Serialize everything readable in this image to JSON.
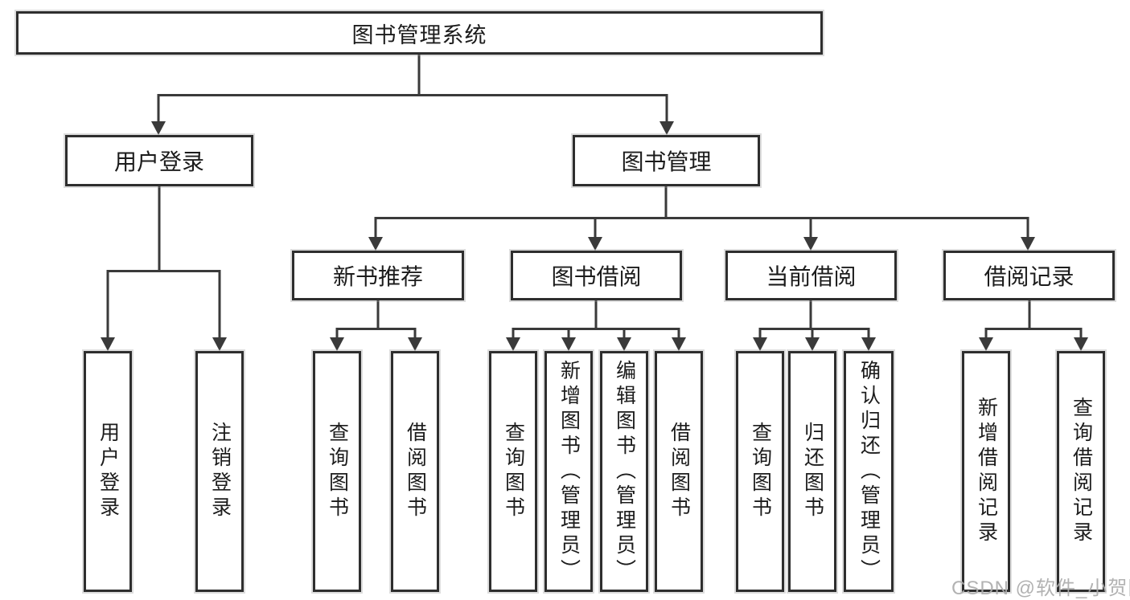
{
  "diagram": {
    "title": "图书管理系统",
    "watermark": "CSDN @软件_小贺同学",
    "colors": {
      "line": "#3a3a3a",
      "box_border": "#2e2e2e",
      "text": "#1c1c1c",
      "watermark": "#ababab",
      "background": "#ffffff"
    },
    "branches": [
      {
        "label": "用户登录",
        "leaves": [
          "用户登录",
          "注销登录"
        ]
      },
      {
        "label": "图书管理",
        "groups": [
          {
            "label": "新书推荐",
            "leaves": [
              "查询图书",
              "借阅图书"
            ]
          },
          {
            "label": "图书借阅",
            "leaves": [
              "查询图书",
              "新增图书（管理员）",
              "编辑图书（管理员）",
              "借阅图书"
            ]
          },
          {
            "label": "当前借阅",
            "leaves": [
              "查询图书",
              "归还图书",
              "确认归还（管理员）"
            ]
          },
          {
            "label": "借阅记录",
            "leaves": [
              "新增借阅记录",
              "查询借阅记录"
            ]
          }
        ]
      }
    ]
  }
}
